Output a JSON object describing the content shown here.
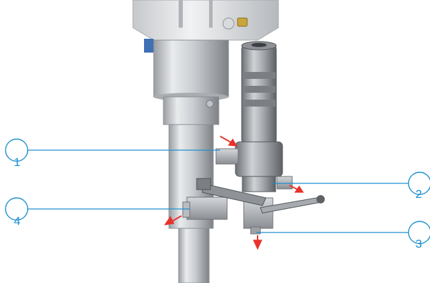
{
  "colors": {
    "callout": "#1a8fd1",
    "arrow": "#e8332a",
    "metal_light": "#e4e6e8",
    "metal_mid": "#b9bdc1",
    "metal_dark": "#6e7277",
    "fitting_yellow": "#c9a63a"
  },
  "callouts": [
    {
      "label": "1"
    },
    {
      "label": "2"
    },
    {
      "label": "3"
    },
    {
      "label": "4"
    }
  ]
}
